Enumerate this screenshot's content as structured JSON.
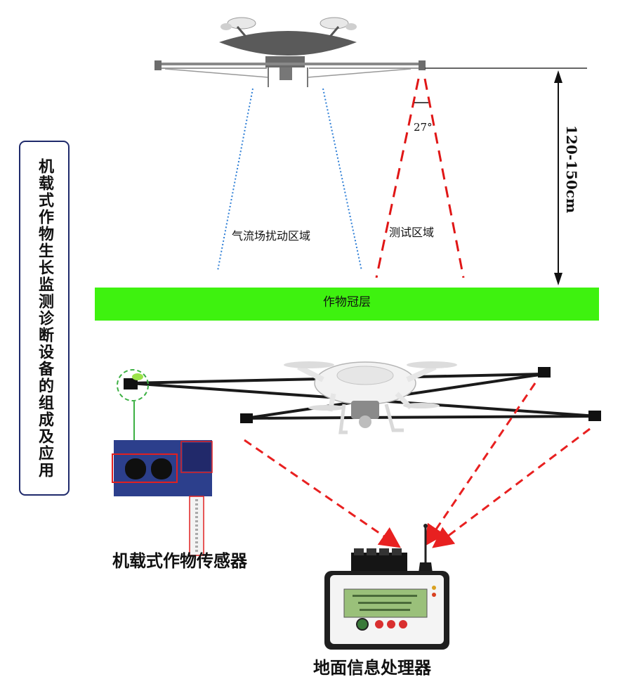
{
  "sidebar": {
    "title": "机载式作物生长监测诊断设备的组成及应用"
  },
  "diagram": {
    "airflow_zone_label": "气流场扰动区域",
    "test_zone_label": "测试区域",
    "angle_label": "27°",
    "height_label": "120-150cm",
    "canopy_label": "作物冠层",
    "sensor_label": "机载式作物传感器",
    "ground_processor_label": "地面信息处理器"
  },
  "colors": {
    "canopy": "#3ef20f",
    "test_zone_dash": "#e01616",
    "airflow_dots": "#2f7fd6",
    "link_arrows": "#e82020",
    "sidebar_border": "#1f2a6b",
    "sensor_highlight": "#3cb043"
  }
}
